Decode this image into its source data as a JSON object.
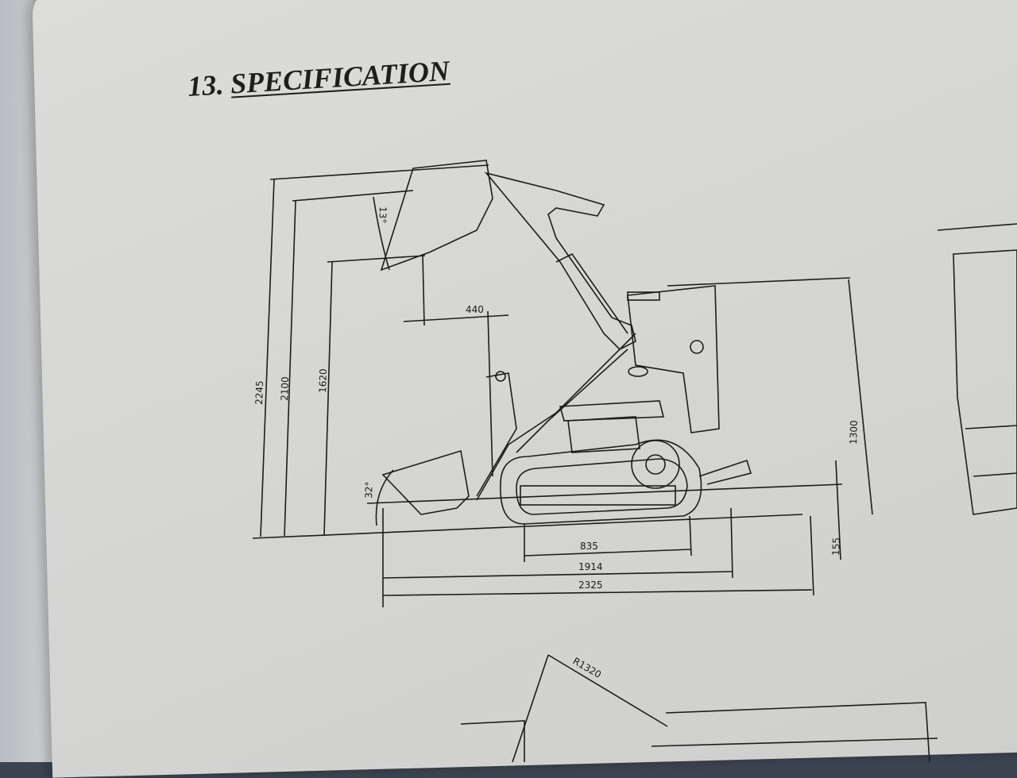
{
  "section": {
    "number": "13.",
    "title": "SPECIFICATION"
  },
  "dimensions": {
    "overall_height": "2245",
    "pin_height": "2100",
    "dump_height": "1620",
    "dump_angle": "13°",
    "reach": "440",
    "rollback_angle": "32°",
    "track_length": "835",
    "length_no_bucket": "1914",
    "overall_length": "2325",
    "ground_clearance": "155",
    "machine_height": "1300",
    "turning_radius": "R1320"
  }
}
